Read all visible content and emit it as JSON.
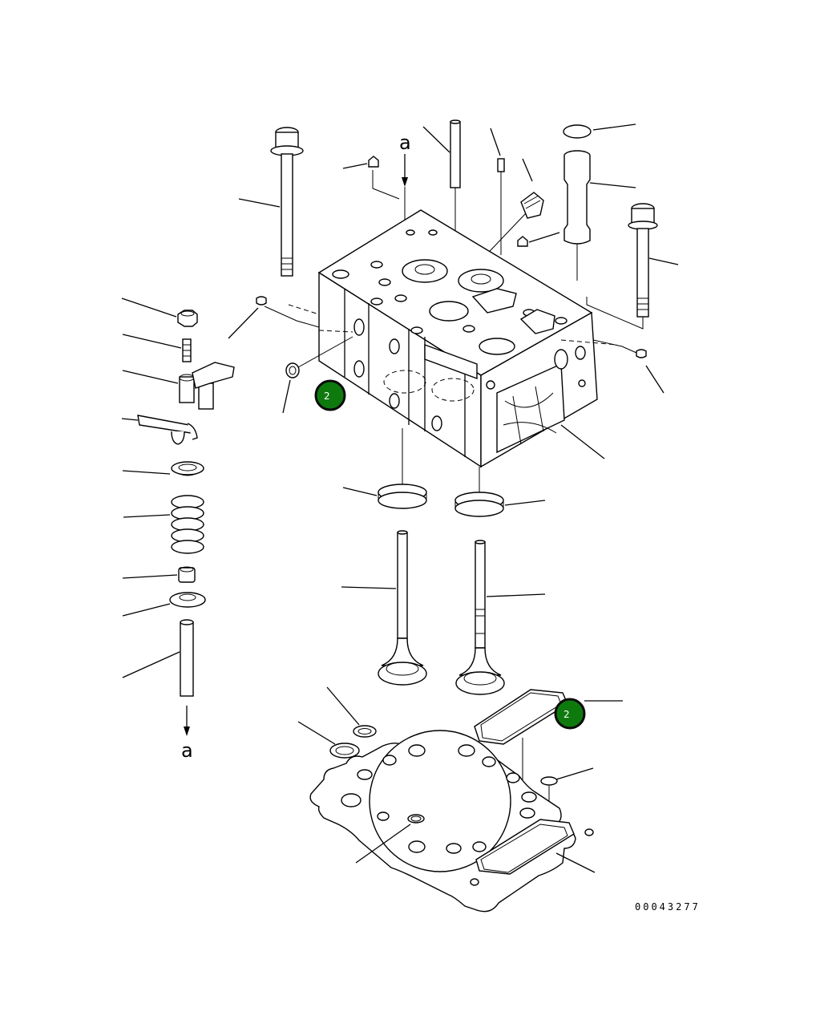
{
  "drawing": {
    "number": "00043277",
    "flow_marker": "a",
    "cut_labels": [
      "",
      ""
    ]
  },
  "callouts": [
    {
      "label": "2",
      "color": "#0e7a0e"
    },
    {
      "label": "2",
      "color": "#0e7a0e"
    }
  ],
  "colors": {
    "line": "#000000",
    "background": "#ffffff",
    "callout_fill": "#0e7a0e"
  }
}
